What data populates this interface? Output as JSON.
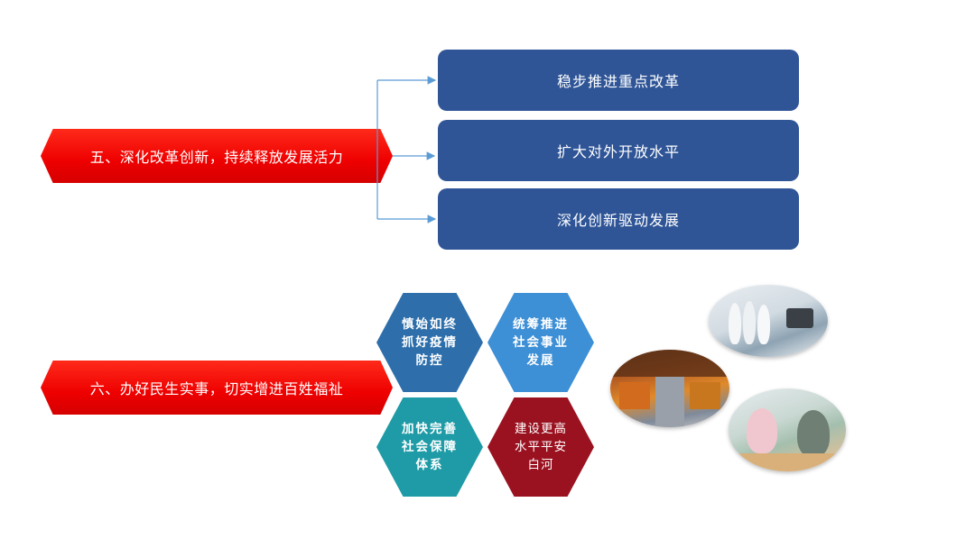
{
  "section5": {
    "title": "五、深化改革创新，持续释放发展活力",
    "items": [
      "稳步推进重点改革",
      "扩大对外开放水平",
      "深化创新驱动发展"
    ]
  },
  "section6": {
    "title": "六、办好民生实事，切实增进百姓福祉",
    "hexagons": [
      "慎始如终抓好疫情防控",
      "统筹推进社会事业发展",
      "加快完善社会保障体系",
      "建设更高水平平安白河"
    ]
  },
  "colors": {
    "banner_red": "#ee0000",
    "box_blue": "#2f5597",
    "hex_blue": "#2e6fab",
    "hex_light_blue": "#3d8fd6",
    "hex_teal": "#1e9ba6",
    "hex_maroon": "#9a1220",
    "connector": "#5b9bd5"
  },
  "photos": [
    "medical-staff-photo",
    "stadium-crowd-photo",
    "clinic-checkup-photo"
  ]
}
